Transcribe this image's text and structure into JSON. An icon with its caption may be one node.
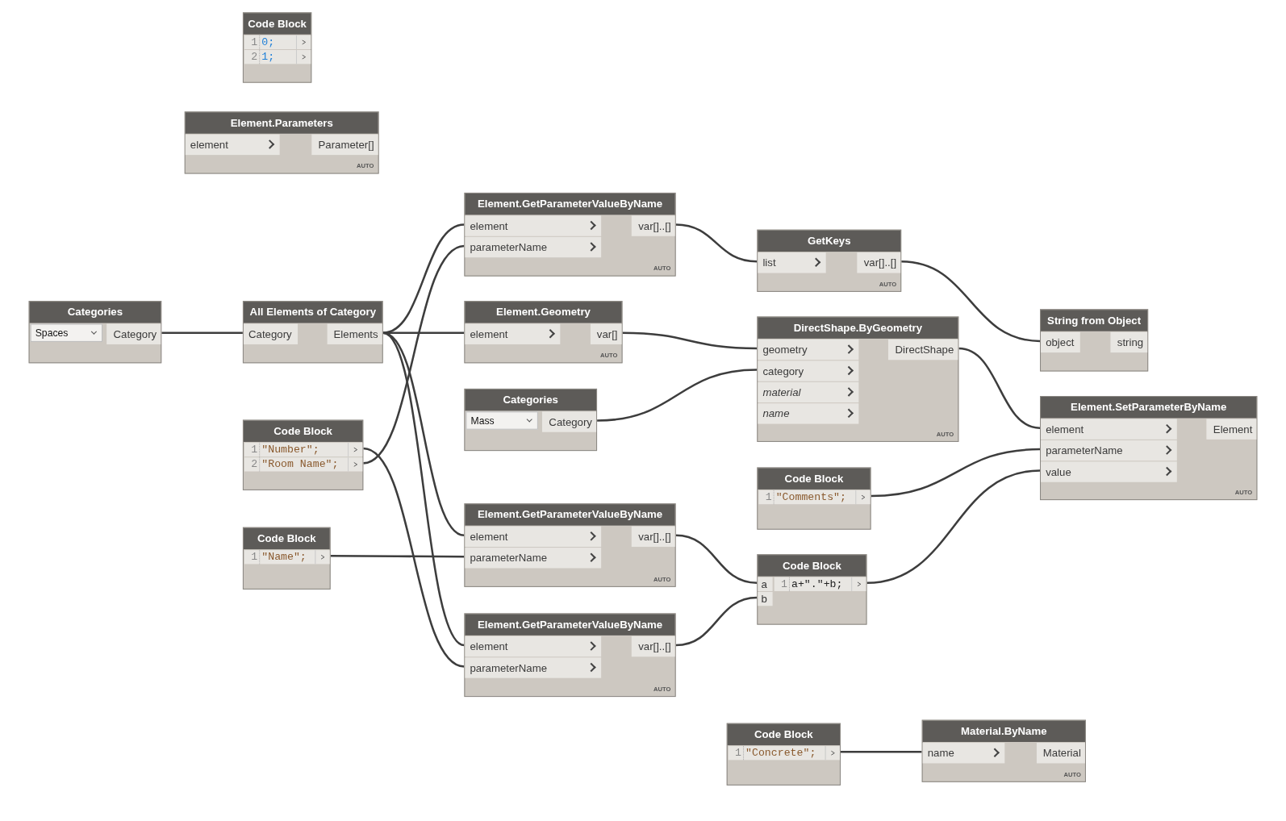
{
  "diagram": {
    "nodes": [
      {
        "text": [
          "Code Block",
          "1",
          "0;",
          "2",
          "1;"
        ]
      },
      {
        "text": [
          "Element.Parameters",
          "element",
          "Parameter[]",
          "AUTO"
        ]
      },
      {
        "text": [
          "Categories",
          "Spaces",
          "Category"
        ]
      },
      {
        "text": [
          "All Elements of Category",
          "Category",
          "Elements"
        ]
      },
      {
        "text": [
          "Element.GetParameterValueByName",
          "element",
          "parameterName",
          "var[]..[]",
          "AUTO"
        ]
      },
      {
        "text": [
          "Element.Geometry",
          "element",
          "var[]",
          "AUTO"
        ]
      },
      {
        "text": [
          "Categories",
          "Mass",
          "Category"
        ]
      },
      {
        "text": [
          "Code Block",
          "1",
          "\"Number\";",
          "2",
          "\"Room Name\";"
        ]
      },
      {
        "text": [
          "Code Block",
          "1",
          "\"Name\";"
        ]
      },
      {
        "text": [
          "Element.GetParameterValueByName",
          "element",
          "parameterName",
          "var[]..[]",
          "AUTO"
        ]
      },
      {
        "text": [
          "Element.GetParameterValueByName",
          "element",
          "parameterName",
          "var[]..[]",
          "AUTO"
        ]
      },
      {
        "text": [
          "GetKeys",
          "list",
          "var[]..[]",
          "AUTO"
        ]
      },
      {
        "text": [
          "DirectShape.ByGeometry",
          "geometry",
          "category",
          "material",
          "name",
          "DirectShape",
          "AUTO"
        ]
      },
      {
        "text": [
          "String from Object",
          "object",
          "string"
        ]
      },
      {
        "text": [
          "Element.SetParameterByName",
          "element",
          "parameterName",
          "value",
          "Element",
          "AUTO"
        ]
      },
      {
        "text": [
          "Code Block",
          "1",
          "\"Comments\";"
        ]
      },
      {
        "text": [
          "Code Block",
          "a",
          "b",
          "1",
          "a+\".\"+b;"
        ]
      },
      {
        "text": [
          "Code Block",
          "1",
          "\"Concrete\";"
        ]
      },
      {
        "text": [
          "Material.ByName",
          "name",
          "Material",
          "AUTO"
        ]
      }
    ],
    "edges": [
      {
        "from": 2,
        "to": 3,
        "arrow": "none"
      },
      {
        "from": 3,
        "to": 4,
        "arrow": "none"
      },
      {
        "from": 3,
        "to": 5,
        "arrow": "none"
      },
      {
        "from": 3,
        "to": 9,
        "arrow": "none"
      },
      {
        "from": 3,
        "to": 10,
        "arrow": "none"
      },
      {
        "from": 7,
        "to": 4,
        "arrow": "none"
      },
      {
        "from": 7,
        "to": 10,
        "arrow": "none"
      },
      {
        "from": 8,
        "to": 9,
        "arrow": "none"
      },
      {
        "from": 4,
        "to": 11,
        "arrow": "none"
      },
      {
        "from": 11,
        "to": 13,
        "arrow": "none"
      },
      {
        "from": 5,
        "to": 12,
        "arrow": "none"
      },
      {
        "from": 6,
        "to": 12,
        "arrow": "none"
      },
      {
        "from": 12,
        "to": 14,
        "arrow": "none"
      },
      {
        "from": 15,
        "to": 14,
        "arrow": "none"
      },
      {
        "from": 9,
        "to": 16,
        "arrow": "none"
      },
      {
        "from": 10,
        "to": 16,
        "arrow": "none"
      },
      {
        "from": 16,
        "to": 14,
        "arrow": "none"
      },
      {
        "from": 17,
        "to": 18,
        "arrow": "none"
      }
    ]
  }
}
